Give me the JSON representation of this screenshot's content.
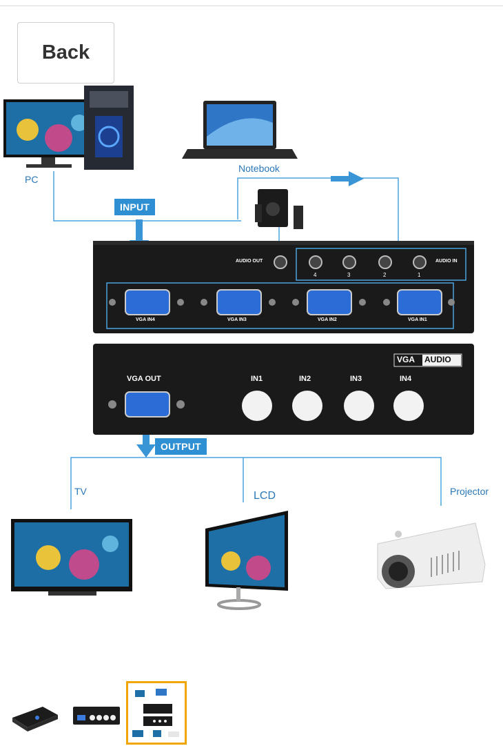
{
  "nav": {
    "back_label": "Back"
  },
  "diagram": {
    "labels": {
      "pc": "PC",
      "notebook": "Notebook",
      "input": "INPUT",
      "output": "OUTPUT",
      "tv": "TV",
      "lcd": "LCD",
      "projector": "Projector"
    },
    "back_panel": {
      "audio_out": "AUDIO OUT",
      "audio_in": "AUDIO IN",
      "audio_ports": [
        "4",
        "3",
        "2",
        "1"
      ],
      "vga_ports": [
        "VGA IN4",
        "VGA IN3",
        "VGA IN2",
        "VGA IN1"
      ]
    },
    "front_panel": {
      "brand_a": "VGA",
      "brand_b": "AUDIO",
      "vga_out": "VGA OUT",
      "buttons": [
        "IN1",
        "IN2",
        "IN3",
        "IN4"
      ]
    }
  },
  "gallery": {
    "selected_index": 2,
    "thumbnails": [
      "product-angle-thumbnail",
      "product-front-thumbnail",
      "connection-diagram-thumbnail"
    ]
  },
  "colors": {
    "accent": "#2e8fd3",
    "selected_border": "#f0a500",
    "device": "#1a1a1a"
  }
}
